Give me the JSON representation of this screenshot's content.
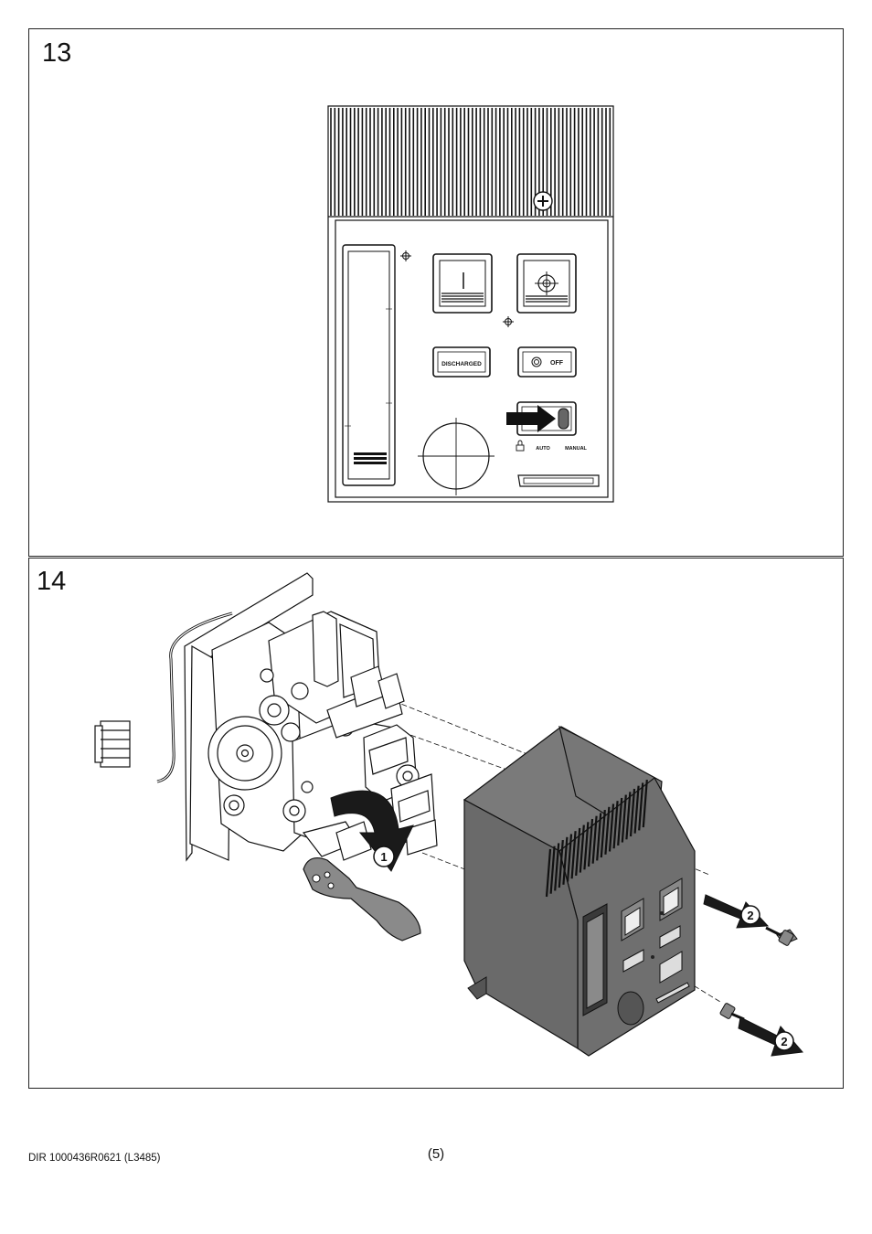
{
  "figure13": {
    "step_number": "13",
    "labels": {
      "discharged": "DISCHARGED",
      "off": "OFF",
      "auto": "AUTO",
      "manual": "MANUAL"
    }
  },
  "figure14": {
    "step_number": "14",
    "callouts": [
      "1",
      "2",
      "2"
    ]
  },
  "footer": {
    "document_code": "DIR 1000436R0621 (L3485)",
    "page_number": "(5)"
  },
  "colors": {
    "line": "#111111",
    "cover_fill": "#6f6f6f",
    "arrow_fill": "#1a1a1a"
  }
}
